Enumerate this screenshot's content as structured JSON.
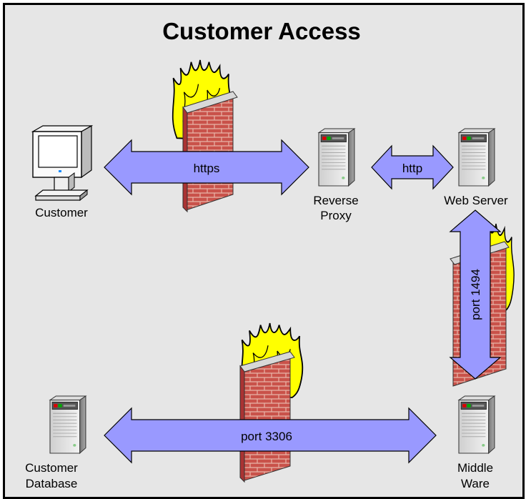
{
  "title": "Customer Access",
  "nodes": {
    "customer": "Customer",
    "reverse_proxy": [
      "Reverse",
      "Proxy"
    ],
    "web_server": "Web Server",
    "middleware": [
      "Middle",
      "Ware"
    ],
    "customer_database": [
      "Customer",
      "Database"
    ]
  },
  "connections": {
    "customer_proxy": "https",
    "proxy_web": "http",
    "web_middleware": "port 1494",
    "middleware_db": "port 3306"
  },
  "colors": {
    "background": "#e6e6e6",
    "arrow_fill": "#9999ff",
    "brick": "#c0504d",
    "flame": "#ffff00"
  }
}
